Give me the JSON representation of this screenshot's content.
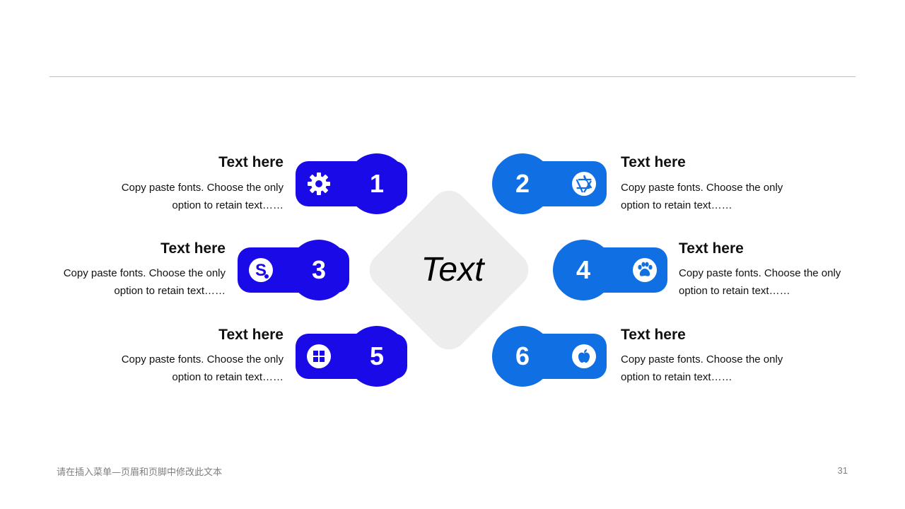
{
  "center": {
    "label": "Text"
  },
  "items": [
    {
      "number": "1",
      "title": "Text here",
      "line1": "Copy paste fonts. Choose the only",
      "line2": "option to retain text……",
      "icon": "gear-icon",
      "color": "#1a0ae8"
    },
    {
      "number": "2",
      "title": "Text here",
      "line1": "Copy paste fonts. Choose the only",
      "line2": "option to retain text……",
      "icon": "aperture-icon",
      "color": "#0f6fe3"
    },
    {
      "number": "3",
      "title": "Text here",
      "line1": "Copy paste fonts. Choose the only",
      "line2": "option to retain text……",
      "icon": "skype-icon",
      "color": "#1a0ae8"
    },
    {
      "number": "4",
      "title": "Text here",
      "line1": "Copy paste fonts. Choose the only",
      "line2": "option to retain text……",
      "icon": "paw-icon",
      "color": "#0f6fe3"
    },
    {
      "number": "5",
      "title": "Text here",
      "line1": "Copy paste fonts. Choose the only",
      "line2": "option to retain text……",
      "icon": "windows-icon",
      "color": "#1a0ae8"
    },
    {
      "number": "6",
      "title": "Text here",
      "line1": "Copy paste fonts. Choose the only",
      "line2": "option to retain text……",
      "icon": "apple-icon",
      "color": "#0f6fe3"
    }
  ],
  "footer": {
    "text": "请在插入菜单—页眉和页脚中修改此文本",
    "page_number": "31"
  }
}
